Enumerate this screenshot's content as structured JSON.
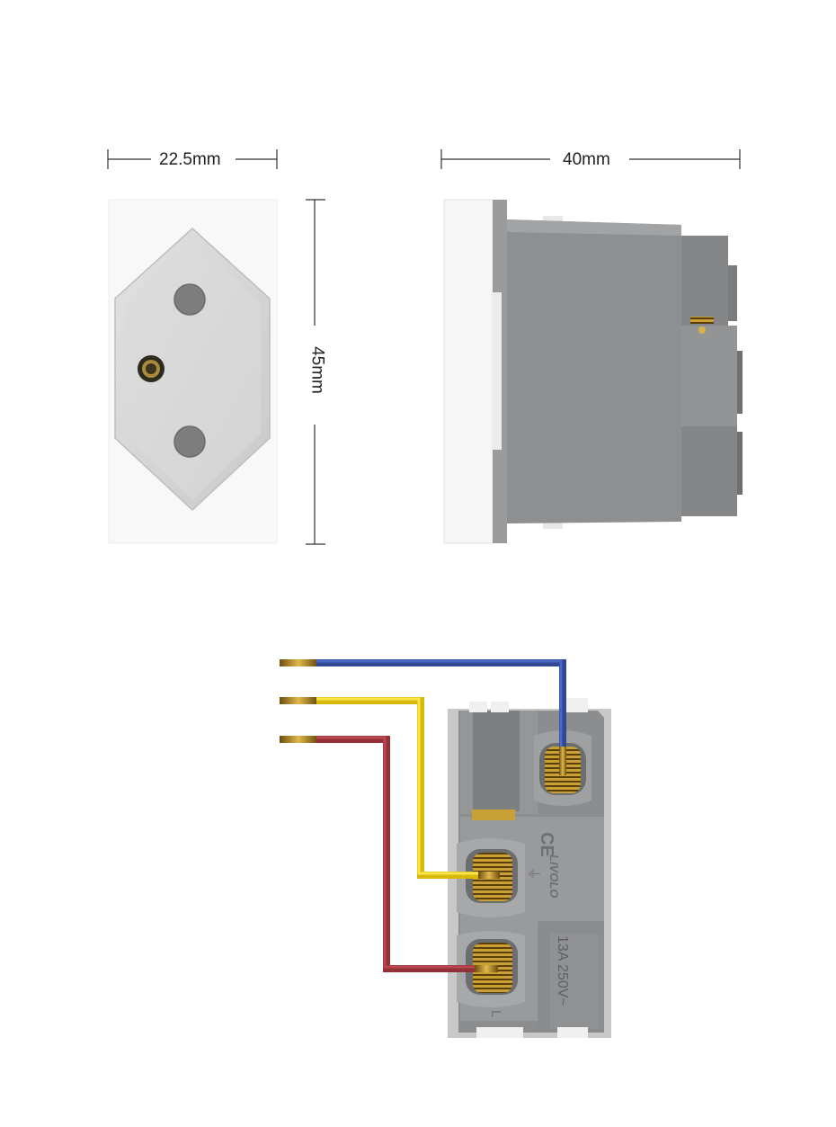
{
  "dimensions": {
    "width_label": "22.5mm",
    "height_label": "45mm",
    "depth_label": "40mm"
  },
  "module_markings": {
    "brand": "LIVOLO",
    "certification": "CE",
    "rating": "13A 250V~",
    "live_terminal": "L",
    "earth_symbol": "⏚"
  },
  "wires": [
    {
      "role": "neutral",
      "color": "#3a55b0"
    },
    {
      "role": "earth",
      "color": "#f2d21e"
    },
    {
      "role": "live",
      "color": "#a83a42"
    }
  ],
  "colors": {
    "module_gray": "#8c8d8f",
    "plate_white": "#f7f7f7",
    "brass": "#c8a030"
  }
}
